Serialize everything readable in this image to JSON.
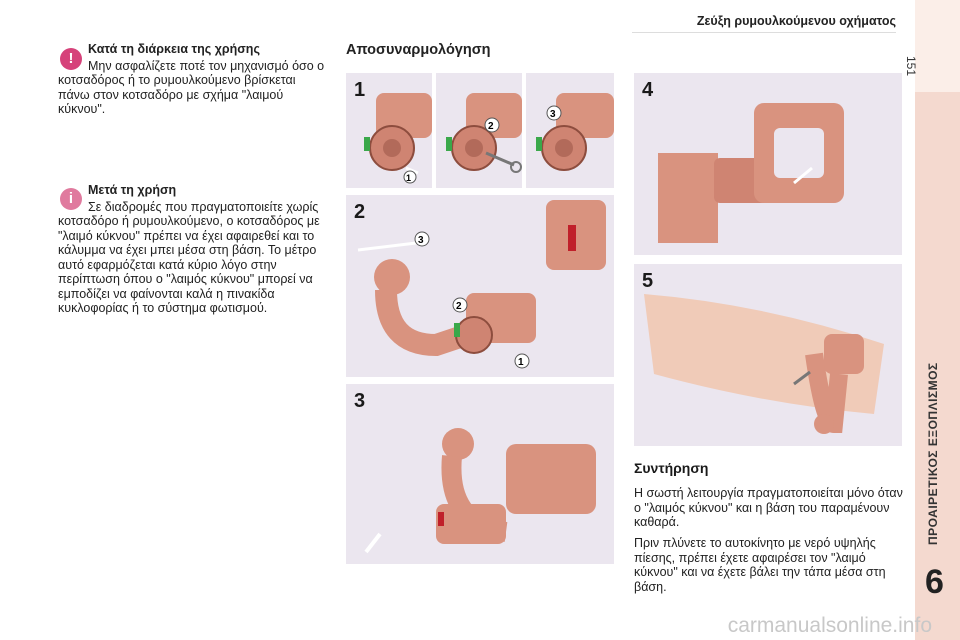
{
  "header": {
    "title": "Ζεύξη ρυμουλκούμενου οχήματος",
    "page_number": "151"
  },
  "sidebar": {
    "chapter_label": "ΠΡΟΑΙΡΕΤΙΚΟΣ ΕΞΟΠΛΙΣΜΟΣ",
    "chapter_number": "6"
  },
  "notes": [
    {
      "icon": "!",
      "heading": "Κατά τη διάρκεια της χρήσης",
      "body": "Μην ασφαλίζετε ποτέ τον μηχανισμό όσο ο κοτσαδόρος ή το ρυμουλκούμενο βρίσκεται πάνω στον κοτσαδόρο με σχήμα \"λαιμού κύκνου\"."
    },
    {
      "icon": "i",
      "heading": "Μετά τη χρήση",
      "body": "Σε διαδρομές που πραγματοποιείτε χωρίς κοτσαδόρο ή ρυμουλκούμενο, ο κοτσαδόρος με \"λαιμό κύκνου\" πρέπει να έχει αφαιρεθεί και το κάλυμμα να έχει μπει μέσα στη βάση. Το μέτρο αυτό εφαρμόζεται κατά κύριο λόγο στην περίπτωση όπου ο \"λαιμός κύκνου\" μπορεί να εμποδίζει να φαίνονται καλά η πινακίδα κυκλοφορίας ή το σύστημα φωτισμού."
    }
  ],
  "removal": {
    "title": "Αποσυναρμολόγηση",
    "steps": [
      {
        "label": "1",
        "callouts": [
          "1",
          "2",
          "3"
        ]
      },
      {
        "label": "2",
        "callouts": [
          "3",
          "2",
          "1"
        ]
      },
      {
        "label": "3",
        "callouts": []
      },
      {
        "label": "4",
        "callouts": []
      },
      {
        "label": "5",
        "callouts": []
      }
    ]
  },
  "maintenance": {
    "title": "Συντήρηση",
    "paragraph1": "Η σωστή λειτουργία πραγματοποιείται μόνο όταν ο \"λαιμός κύκνου\" και η βάση του παραμένουν καθαρά.",
    "paragraph2": "Πριν πλύνετε το αυτοκίνητο με νερό υψηλής πίεσης, πρέπει έχετε αφαιρέσει τον \"λαιμό κύκνου\" και να έχετε βάλει την τάπα μέσα στη βάση."
  },
  "watermark": "carmanualsonline.info",
  "colors": {
    "sidebar": "#f4d9cf",
    "panel": "#ebe6ef",
    "hitch": "#d9937f",
    "warning_icon": "#d6427a",
    "red_indicator": "#c0202a",
    "green_indicator": "#3aa84a"
  }
}
